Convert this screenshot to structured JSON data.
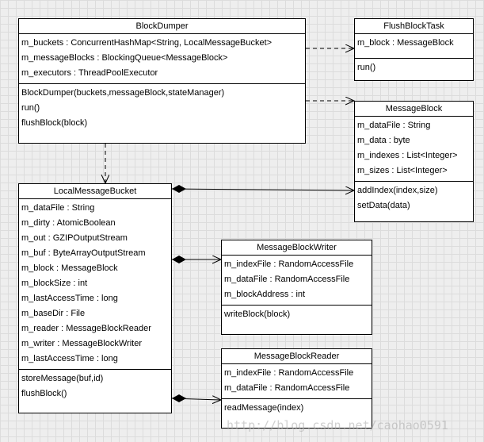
{
  "classes": {
    "block_dumper": {
      "name": "BlockDumper",
      "attributes": [
        "m_buckets : ConcurrentHashMap<String, LocalMessageBucket>",
        "m_messageBlocks : BlockingQueue<MessageBlock>",
        "m_executors : ThreadPoolExecutor"
      ],
      "methods": [
        "BlockDumper(buckets,messageBlock,stateManager)",
        "run()",
        "flushBlock(block)"
      ]
    },
    "flush_block_task": {
      "name": "FlushBlockTask",
      "attributes": [
        "m_block : MessageBlock"
      ],
      "methods": [
        "run()"
      ]
    },
    "message_block": {
      "name": "MessageBlock",
      "attributes": [
        "m_dataFile : String",
        "m_data : byte",
        "m_indexes : List<Integer>",
        "m_sizes : List<Integer>"
      ],
      "methods": [
        "addIndex(index,size)",
        "setData(data)"
      ]
    },
    "local_message_bucket": {
      "name": "LocalMessageBucket",
      "attributes": [
        "m_dataFile : String",
        "m_dirty : AtomicBoolean",
        "m_out : GZIPOutputStream",
        "m_buf : ByteArrayOutputStream",
        "m_block : MessageBlock",
        "m_blockSize : int",
        "m_lastAccessTime : long",
        "m_baseDir : File",
        "m_reader : MessageBlockReader",
        "m_writer : MessageBlockWriter",
        "m_lastAccessTime : long"
      ],
      "methods": [
        "storeMessage(buf,id)",
        "flushBlock()"
      ]
    },
    "message_block_writer": {
      "name": "MessageBlockWriter",
      "attributes": [
        "m_indexFile : RandomAccessFile",
        "m_dataFile : RandomAccessFile",
        "m_blockAddress : int"
      ],
      "methods": [
        "writeBlock(block)"
      ]
    },
    "message_block_reader": {
      "name": "MessageBlockReader",
      "attributes": [
        "m_indexFile : RandomAccessFile",
        "m_dataFile : RandomAccessFile"
      ],
      "methods": [
        "readMessage(index)"
      ]
    }
  },
  "watermark": "http://blog.csdn.net/caohao0591"
}
